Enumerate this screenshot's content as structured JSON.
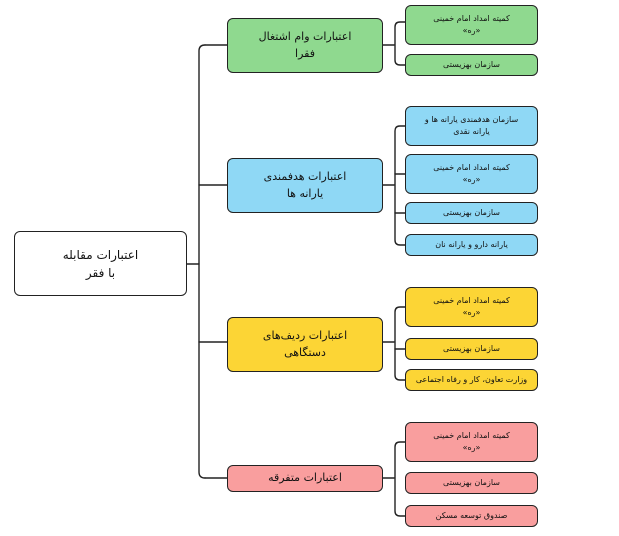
{
  "root": {
    "label": "اعتبارات مقابله\nبا فقر"
  },
  "colors": {
    "green": "#8fd98f",
    "blue": "#8fd8f5",
    "yellow": "#fcd535",
    "red": "#f99e9e",
    "line": "#222222"
  },
  "categories": [
    {
      "label": "اعتبارات وام اشتغال\nفقرا",
      "children": [
        "کمیته امداد امام خمینی\n«ره»",
        "سازمان بهزیستی"
      ]
    },
    {
      "label": "اعتبارات هدفمندی\nیارانه ها",
      "children": [
        "سازمان هدفمندی یارانه ها و\nیارانه نقدی",
        "کمیته امداد امام خمینی\n«ره»",
        "سازمان بهزیستی",
        "یارانه دارو و یارانه نان"
      ]
    },
    {
      "label": "اعتبارات ردیف‌های\nدستگاهی",
      "children": [
        "کمیته امداد امام خمینی\n«ره»",
        "سازمان بهزیستی",
        "وزارت تعاون، کار و رفاه اجتماعی"
      ]
    },
    {
      "label": "اعتبارات متفرقه",
      "children": [
        "کمیته امداد امام خمینی\n«ره»",
        "سازمان بهزیستی",
        "صندوق توسعه مسکن"
      ]
    }
  ]
}
